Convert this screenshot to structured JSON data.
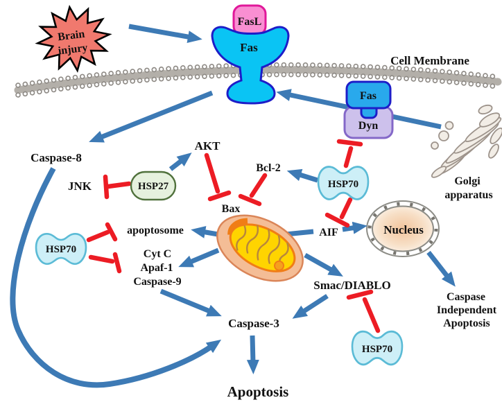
{
  "diagram_title": "Fas-mediated apoptosis signaling pathway after brain injury",
  "colors": {
    "arrow_blue": "#3D7AB5",
    "inhibition_red": "#EC1C24",
    "fas_receptor_fill": "#0AC4F4",
    "fas_receptor_border": "#1D1DC8",
    "fasl_fill": "#F98FD2",
    "fasl_border": "#E0189A",
    "fas_box_fill": "#29A9EC",
    "dyn_fill": "#CDC1EC",
    "dyn_border": "#8468C8",
    "hsp70_fill": "#CDEFF7",
    "hsp70_border": "#5BBBD6",
    "hsp27_fill": "#E6F1DE",
    "hsp27_border": "#50713C",
    "brain_injury_fill": "#F0796E",
    "brain_injury_text": "#8B1F1F",
    "membrane_gray": "#8F8B86",
    "mito_outer_fill": "#F4BD96",
    "mito_inner_fill": "#FFD400",
    "mito_inner_border": "#F07D16",
    "golgi_fill": "#F2EDE6",
    "nucleus_center": "#F2C49C"
  },
  "labels": {
    "brain_injury_line1": "Brain",
    "brain_injury_line2": "injury",
    "fasl": "FasL",
    "fas_receptor": "Fas",
    "cell_membrane": "Cell Membrane",
    "fas_complex": "Fas",
    "dyn": "Dyn",
    "golgi_line1": "Golgi",
    "golgi_line2": "apparatus",
    "caspase8": "Caspase-8",
    "jnk": "JNK",
    "hsp27": "HSP27",
    "akt": "AKT",
    "bcl2": "Bcl-2",
    "bax": "Bax",
    "hsp70_membrane": "HSP70",
    "hsp70_cytosol": "HSP70",
    "hsp70_smac": "HSP70",
    "apoptosome": "apoptosome",
    "cytc": "Cyt C",
    "apaf1": "Apaf-1",
    "caspase9": "Caspase-9",
    "aif": "AIF",
    "nucleus": "Nucleus",
    "smac_diablo": "Smac/DIABLO",
    "caspase3": "Caspase-3",
    "apoptosis": "Apoptosis",
    "caspase_independent_line1": "Caspase",
    "caspase_independent_line2": "Independent",
    "caspase_independent_line3": "Apoptosis"
  }
}
